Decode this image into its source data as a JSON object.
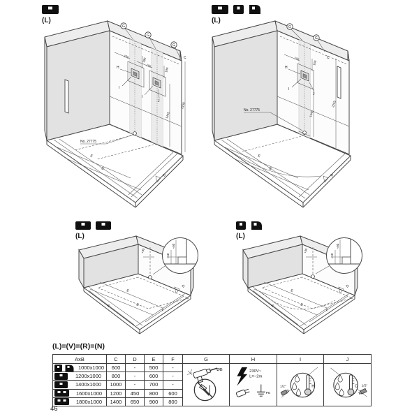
{
  "page": {
    "number": "46",
    "equivalence": "(L)=(V)=(R)=(N)"
  },
  "diagram1": {
    "variant": "(L)",
    "icons": [
      "tray-rect-wide"
    ],
    "note": "No. 27775",
    "labels": {
      "g": "G",
      "c": "C",
      "h": "H",
      "i": "I",
      "j": "J",
      "e": "E",
      "b": "B",
      "d": "D"
    },
    "dims": {
      "d150": "150",
      "d180": "180",
      "d100": "100",
      "d190": "190",
      "v1445": "1445",
      "v2150": "2150"
    }
  },
  "diagram2": {
    "variant": "(L)",
    "icons": [
      "tray-rect-wide",
      "tray-square",
      "tray-quadrant"
    ],
    "note": "No. 27775",
    "labels": {
      "g": "G",
      "c": "C",
      "h": "H",
      "i": "I",
      "j": "J",
      "e": "E",
      "b": "B",
      "d": "D"
    },
    "dims": {
      "d100": "100",
      "d150": "150",
      "v1445": "1445",
      "v2253": "2253"
    }
  },
  "diagram3": {
    "variant": "(L)",
    "icons": [
      "tray-rect-wide",
      "tray-rect-wide"
    ],
    "labels": {
      "a": "A",
      "b": "B",
      "e": "E",
      "f": "F",
      "d": "D"
    },
    "dims": {
      "plus35": "+35",
      "approx50": "≈50",
      "approx10": "≈10"
    }
  },
  "diagram4": {
    "variant": "(L)",
    "icons": [
      "tray-square",
      "tray-quadrant"
    ],
    "labels": {
      "a": "A",
      "b": "B",
      "e": "E",
      "f": "F",
      "d": "D"
    },
    "dims": {
      "plus35": "+35",
      "approx50": "≈50",
      "approx10": "≈10"
    }
  },
  "table": {
    "headers": {
      "axb": "AxB",
      "c": "C",
      "d": "D",
      "e": "E",
      "f": "F",
      "g": "G",
      "h": "H",
      "i": "I",
      "j": "J"
    },
    "rows": [
      {
        "icons": [
          "tray-square",
          "tray-quadrant"
        ],
        "size": "1000x1000",
        "c": "600",
        "d": "-",
        "e": "500",
        "f": "-"
      },
      {
        "icons": [
          "tray-rect-wide"
        ],
        "size": "1200x1000",
        "c": "800",
        "d": "-",
        "e": "600",
        "f": "-"
      },
      {
        "icons": [
          "tray-rect-wide"
        ],
        "size": "1400x1000",
        "c": "1000",
        "d": "-",
        "e": "700",
        "f": "-"
      },
      {
        "icons": [
          "tray-rect-wide-2"
        ],
        "size": "1600x1000",
        "c": "1200",
        "d": "450",
        "e": "800",
        "f": "600"
      },
      {
        "icons": [
          "tray-rect-wide-2"
        ],
        "size": "1800x1000",
        "c": "1400",
        "d": "650",
        "e": "900",
        "f": "800"
      }
    ],
    "pictograms": {
      "g": {
        "drill_diameter": "ØB"
      },
      "h": {
        "voltage": "230V~",
        "cable": "L=~2m",
        "earth": "PE"
      },
      "i": {
        "connection": "1/2\"",
        "temp_label": "H"
      },
      "j": {
        "connection": "1/2\"",
        "temp_label": "C"
      }
    }
  }
}
